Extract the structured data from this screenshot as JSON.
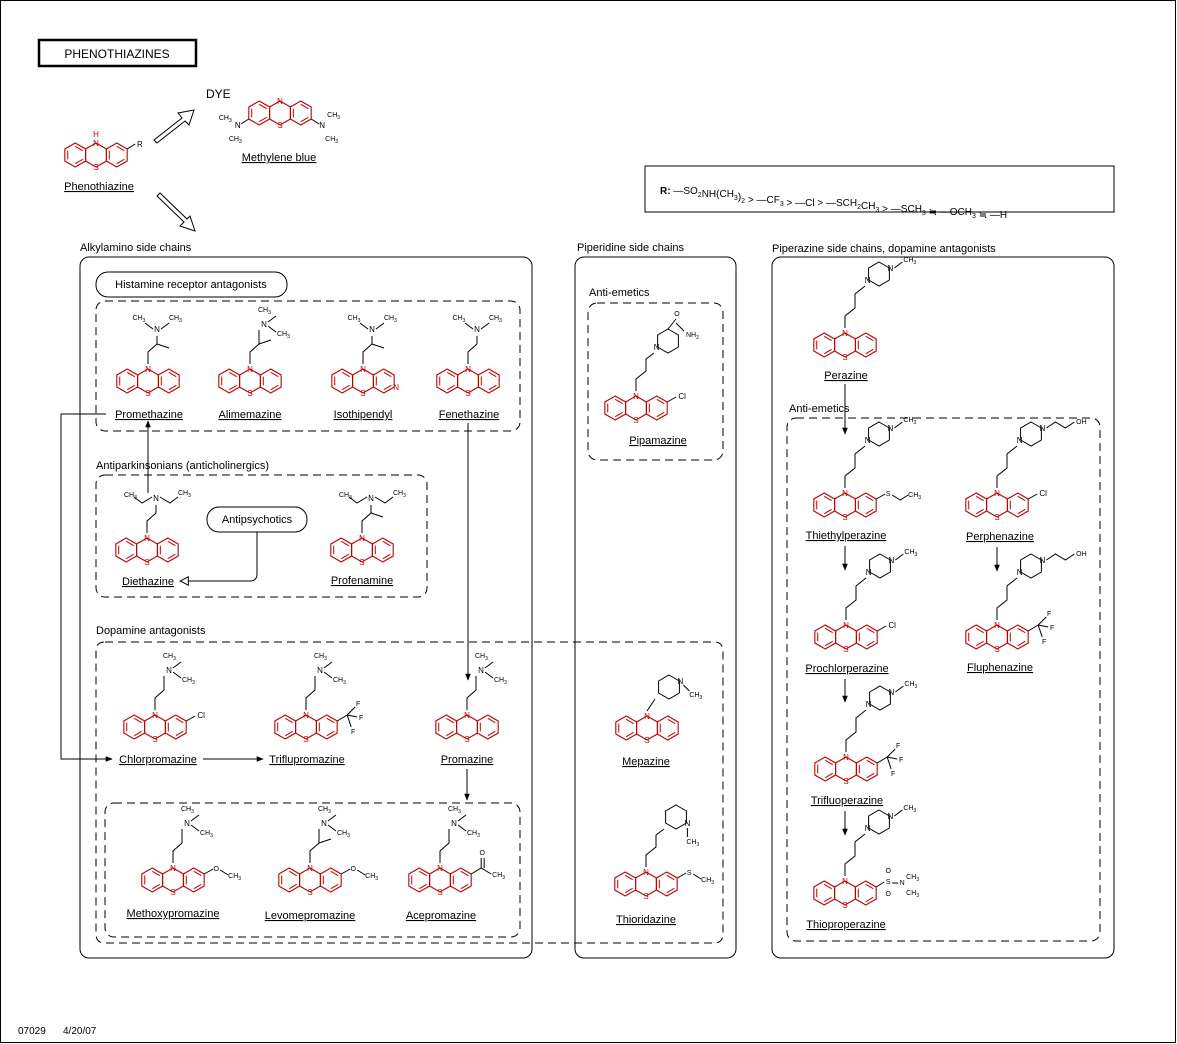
{
  "title": "PHENOTHIAZINES",
  "dye_label": "DYE",
  "core": {
    "name": "Phenothiazine",
    "r_label": "R",
    "n_label": "H",
    "s_label": "S"
  },
  "dye": {
    "name": "Methylene blue"
  },
  "atoms": {
    "N": "N",
    "S": "S",
    "H": "H"
  },
  "r_series": {
    "label": "R:",
    "items": [
      "—SO",
      "NH(CH",
      ")",
      ">",
      "—CF",
      ">",
      "—Cl",
      ">",
      "—SCH",
      "CH",
      ">",
      "—SCH",
      "≒",
      "—OCH",
      "≒",
      "—H"
    ],
    "subs": [
      "2",
      "3",
      "2",
      "3",
      "2",
      "3",
      "3",
      "3"
    ]
  },
  "sections": {
    "alkylamino": "Alkylamino side chains",
    "piperidine": "Piperidine side chains",
    "piperazine": "Piperazine side chains, dopamine antagonists"
  },
  "groups": {
    "histamine": "Histamine receptor antagonists",
    "antiparkinsonian": "Antiparkinsonians (anticholinergics)",
    "antipsychotics": "Antipsychotics",
    "dopamine": "Dopamine antagonists",
    "antiemetics_pip": "Anti-emetics",
    "antiemetics_pz": "Anti-emetics"
  },
  "compounds": {
    "promethazine": "Promethazine",
    "alimemazine": "Alimemazine",
    "isothipendyl": "Isothipendyl",
    "fenethazine": "Fenethazine",
    "diethazine": "Diethazine",
    "profenamine": "Profenamine",
    "chlorpromazine": "Chlorpromazine",
    "triflupromazine": "Triflupromazine",
    "promazine": "Promazine",
    "methoxypromazine": "Methoxypromazine",
    "levomepromazine": "Levomepromazine",
    "acepromazine": "Acepromazine",
    "pipamazine": "Pipamazine",
    "mepazine": "Mepazine",
    "thioridazine": "Thioridazine",
    "perazine": "Perazine",
    "thiethylperazine": "Thiethylperazine",
    "perphenazine": "Perphenazine",
    "prochlorperazine": "Prochlorperazine",
    "fluphenazine": "Fluphenazine",
    "trifluoperazine": "Trifluoperazine",
    "thioproperazine": "Thioproperazine"
  },
  "substituents": {
    "cl": "Cl",
    "f": "F",
    "methyl": "CH",
    "methyl_sub": "3",
    "oh": "OH",
    "o": "O",
    "nh2": "NH",
    "nh2_sub": "2"
  },
  "footer": {
    "id": "07029",
    "date": "4/20/07"
  },
  "colors": {
    "ring": "#c00000",
    "line": "#000000",
    "background": "#ffffff"
  }
}
